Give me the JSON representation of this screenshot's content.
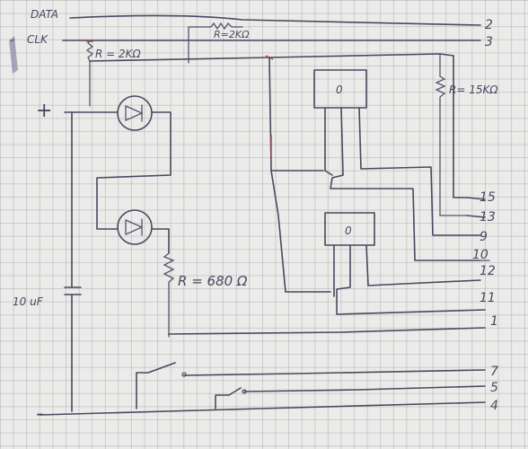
{
  "labels": {
    "data": "DATA",
    "clock": "CLK",
    "r_pullup": "R = 2KΩ",
    "r_clock": "R=2KΩ",
    "r_right": "R= 15KΩ",
    "r_led": "R = 680 Ω",
    "cap": "10 uF",
    "plus": "+",
    "minus": "-",
    "transistor_1": "0",
    "transistor_2": "0"
  },
  "pins": [
    "2",
    "3",
    "15",
    "13",
    "9",
    "10",
    "12",
    "11",
    "1",
    "7",
    "5",
    "4"
  ],
  "colors": {
    "paper": "#ebebe9",
    "grid": "#8a8a9a",
    "ink": "#4a4860",
    "red_ink": "#a04a5a"
  }
}
